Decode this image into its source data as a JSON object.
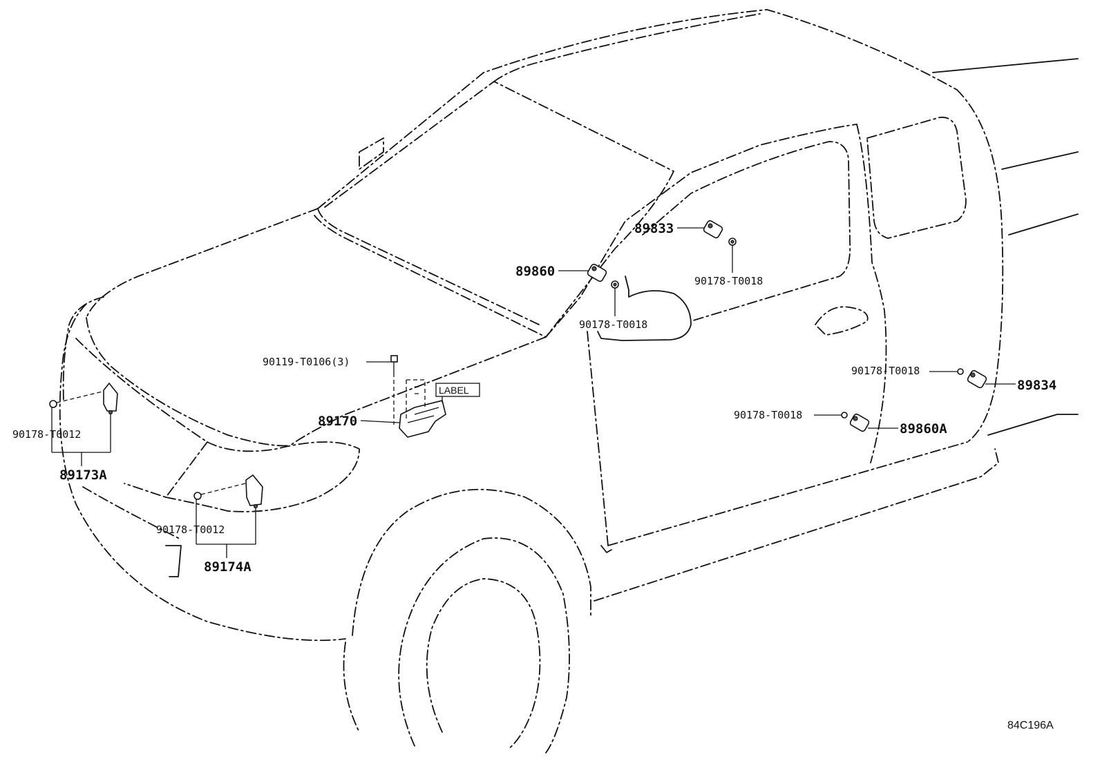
{
  "diagram": {
    "callouts": {
      "p89833": "89833",
      "p89860": "89860",
      "p90178_t0018_a": "90178-T0018",
      "p90178_t0018_b": "90178-T0018",
      "p90178_t0018_c": "90178-T0018",
      "p90178_t0018_d": "90178-T0018",
      "p89834": "89834",
      "p89860a": "89860A",
      "p90119": "90119-T0106(3)",
      "p89170": "89170",
      "label_tag": "LABEL",
      "p90178_t0012_a": "90178-T0012",
      "p89173a": "89173A",
      "p90178_t0012_b": "90178-T0012",
      "p89174a": "89174A"
    },
    "figure_code": "84C196A"
  }
}
